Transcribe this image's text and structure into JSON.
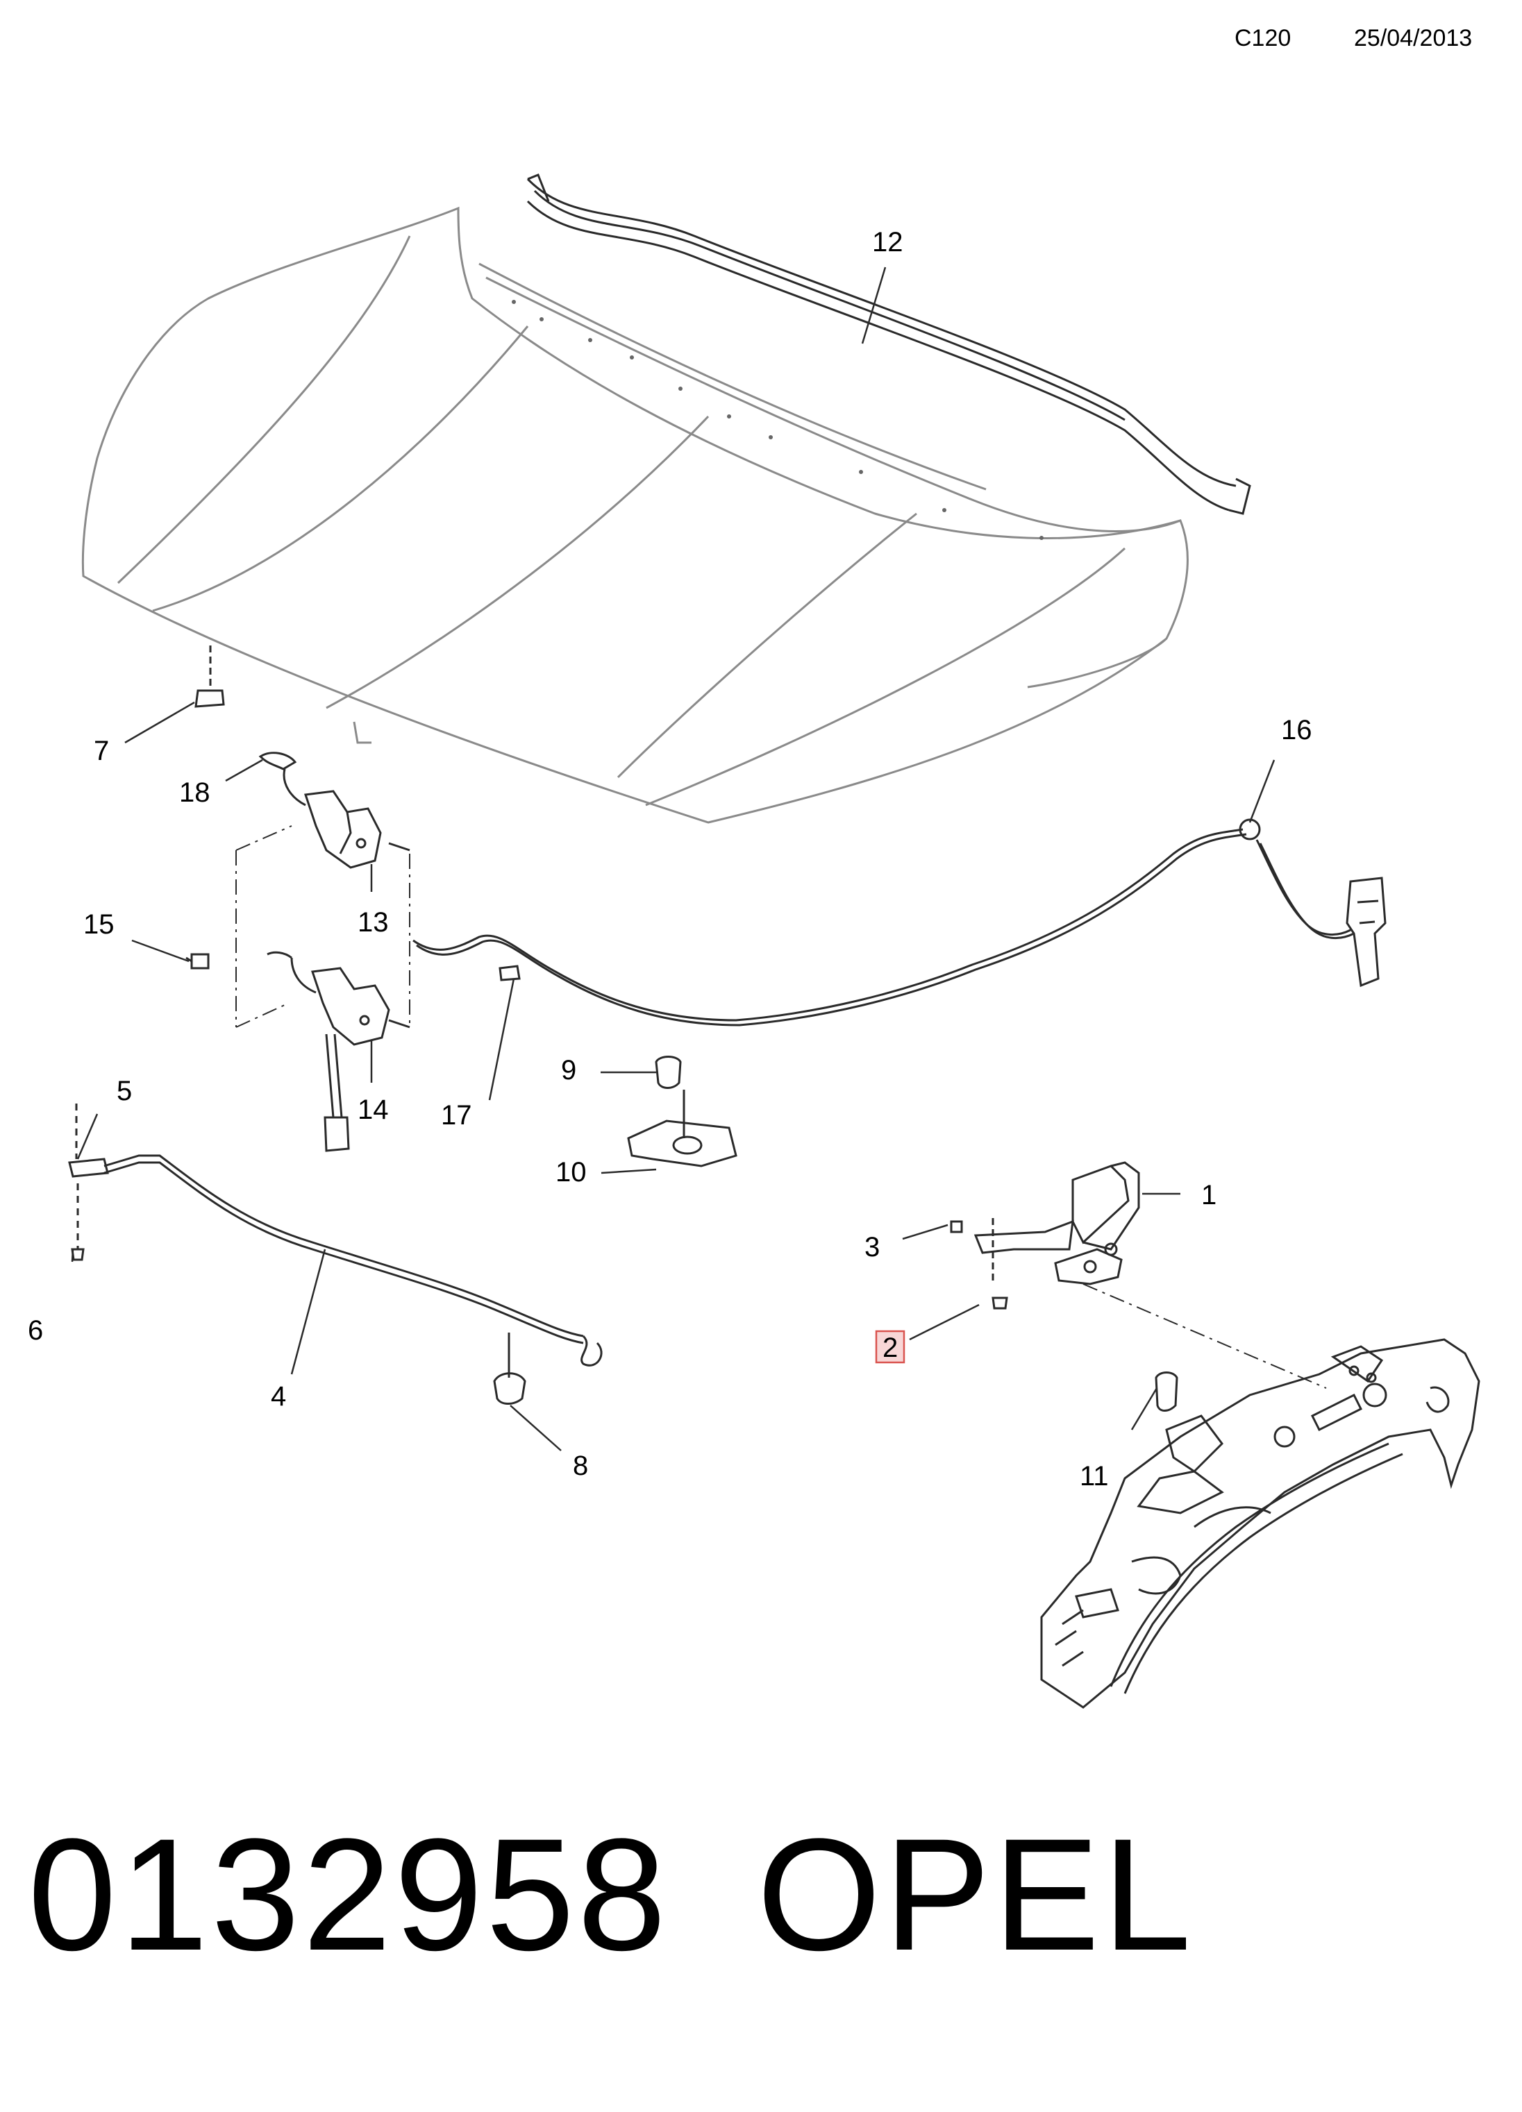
{
  "header": {
    "code": "C120",
    "date": "25/04/2013"
  },
  "callouts": [
    {
      "id": "1",
      "label": "1"
    },
    {
      "id": "2",
      "label": "2",
      "highlighted": true
    },
    {
      "id": "3",
      "label": "3"
    },
    {
      "id": "4",
      "label": "4"
    },
    {
      "id": "5",
      "label": "5"
    },
    {
      "id": "6",
      "label": "6"
    },
    {
      "id": "7",
      "label": "7"
    },
    {
      "id": "8",
      "label": "8"
    },
    {
      "id": "9",
      "label": "9"
    },
    {
      "id": "10",
      "label": "10"
    },
    {
      "id": "11",
      "label": "11"
    },
    {
      "id": "12",
      "label": "12"
    },
    {
      "id": "13",
      "label": "13"
    },
    {
      "id": "14",
      "label": "14"
    },
    {
      "id": "15",
      "label": "15"
    },
    {
      "id": "16",
      "label": "16"
    },
    {
      "id": "17",
      "label": "17"
    },
    {
      "id": "18",
      "label": "18"
    }
  ],
  "footer": {
    "part_number": "0132958",
    "brand": "OPEL"
  },
  "colors": {
    "line": "#2a2a2a",
    "hood_line": "#8a8a8a",
    "highlight_border": "#d9534f",
    "highlight_fill": "#f8d7d7"
  }
}
